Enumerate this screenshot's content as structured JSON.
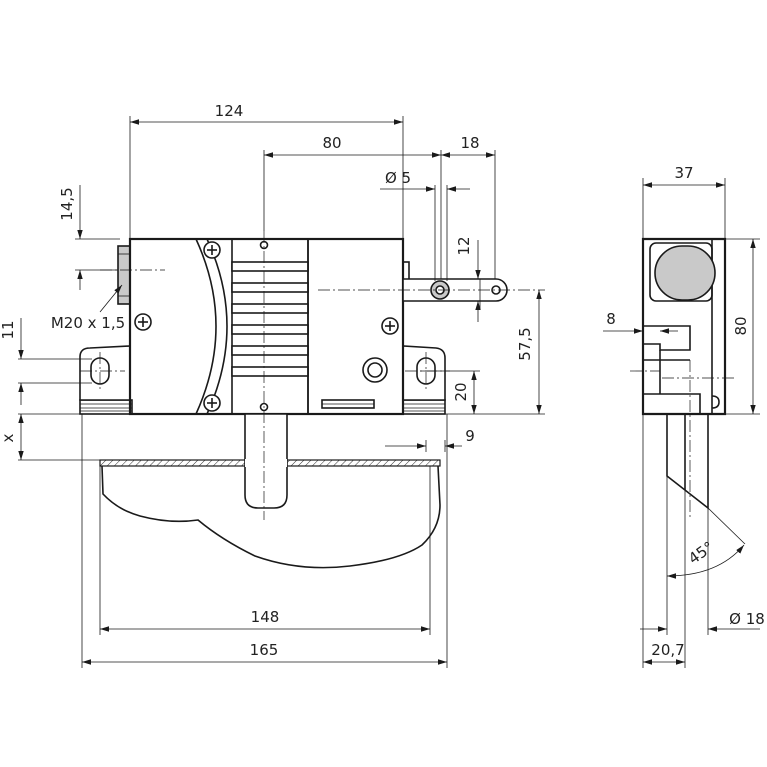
{
  "dimensions": {
    "width_124": "124",
    "width_80": "80",
    "width_18": "18",
    "dia_5": "Ø 5",
    "h_14_5": "14,5",
    "thread": "M20 x 1,5",
    "h_12": "12",
    "h_11": "11",
    "h_57_5": "57,5",
    "h_20": "20",
    "x_label": "x",
    "w_9": "9",
    "w_148": "148",
    "w_165": "165",
    "side_37": "37",
    "side_80": "80",
    "side_8": "8",
    "angle_45": "45°",
    "side_20_7": "20,7",
    "side_dia_18": "Ø 18"
  }
}
